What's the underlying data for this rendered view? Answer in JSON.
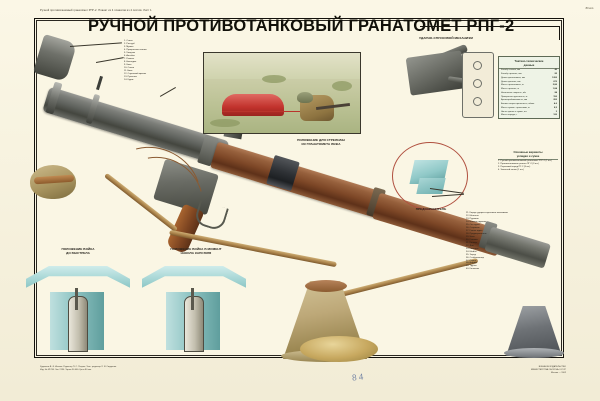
{
  "poster": {
    "header_microtext": "Ручной противотанковый гранатомет РПГ-2.  Плакат из 4 плакатов из 4 листов. Лист 1",
    "corner_code": "80 коп.",
    "title": "РУЧНОЙ ПРОТИВОТАНКОВЫЙ ГРАНАТОМЕТ РПГ-2",
    "handwritten_mark": "8 4"
  },
  "labels": {
    "firing_position": "ПОЛОЖЕНИЕ ДЛЯ СТРЕЛЬБЫ\nИЗ ГРАНАТОМЕТА ЛЕЖА",
    "trigger_mechanism": "УДАРНО-СПУСКОВОЙ МЕХАНИЗМ",
    "safety": "ПРЕДОХРАНИТЕЛЬ",
    "striker_before": "ПОЛОЖЕНИЕ БОЙКА\nДО ВЫСТРЕЛА",
    "striker_moment": "ПОЛОЖЕНИЕ БОЙКА В МОМЕНТ\nНАКОЛА КАПСЮЛЯ"
  },
  "specs_table": {
    "title": "Тактико-технические\nданные",
    "rows": [
      {
        "name": "Калибр ствола, мм",
        "value": "40"
      },
      {
        "name": "Калибр гранаты, мм",
        "value": "82"
      },
      {
        "name": "Длина гранатомета, мм",
        "value": "1200"
      },
      {
        "name": "Длина гранаты, мм",
        "value": "670"
      },
      {
        "name": "Масса гранатомета, кг",
        "value": "2,86"
      },
      {
        "name": "Масса гранаты, кг",
        "value": "1,84"
      },
      {
        "name": "Начальная скорость, м/с",
        "value": "84"
      },
      {
        "name": "Прицельная дальность, м",
        "value": "150"
      },
      {
        "name": "Бронепробиваемость, мм",
        "value": "200"
      },
      {
        "name": "Боевая скорострельность, в/мин",
        "value": "4-6"
      },
      {
        "name": "Масса сумки с гранатами, кг",
        "value": "8,5"
      },
      {
        "name": "Число гранат в сумке, шт",
        "value": "3"
      },
      {
        "name": "Масса заряда, г",
        "value": "120"
      }
    ]
  },
  "ammo_note": {
    "title": "Основные варианты\nукладки и сумке",
    "items": [
      "1. Ручной противотанковый гранатомет РПГ-2 (1 шт.)",
      "2. Противотанковая граната ПГ-2 (3 шт.)",
      "3. Пороховой заряд ПГ-2 (3 шт.)",
      "4. Запасной пенал (1 шт.)"
    ]
  },
  "parts_legend_left": [
    "1. Ствол",
    "2. Раструб",
    "3. Мушка",
    "4. Прицельная планка",
    "5. Хомутик",
    "6. Антабка",
    "7. Ремень",
    "8. Накладка",
    "9. Чека",
    "10. Сопло",
    "11. Боек",
    "12. Спусковой крючок",
    "13. Рукоятка",
    "14. Курок"
  ],
  "parts_legend_right": [
    "21. Корпус ударно-спускового механизма",
    "22. Шептало",
    "23. Пружина",
    "24. Боевая пружина",
    "25. Ось курка",
    "26. Стержень",
    "27. Гнеток курка",
    "28. Предохранитель",
    "29. Чека",
    "30. Головка",
    "31. Кольцо",
    "32. Дно",
    "33. Капсюль",
    "34. Шайба",
    "35. Заряд",
    "36. Стабилизатор",
    "37. Перья",
    "38. Втулка",
    "39. Трубка",
    "40. Колпачок"
  ],
  "footer": {
    "left": "Художник В. Ф. Иванов.  Редактор П. С. Петров.  Техн. редактор Л. И. Сидорова.\nИзд. № 4/1234.  Зак. 2130.  Тираж 30 000.  Цена 80 коп.",
    "right": "ВОЕННОЕ ИЗДАТЕЛЬСТВО\nМИНИСТЕРСТВА ОБОРОНЫ СССР\nМосква — 1962"
  },
  "colors": {
    "paper": "#f7f3e0",
    "ink": "#13110c",
    "tube_metal": "#5e615c",
    "tube_wood": "#7c4626",
    "cutaway_teal": "#8fc4c3",
    "target_red": "#c1322c",
    "scene_green": "#b9c092"
  }
}
